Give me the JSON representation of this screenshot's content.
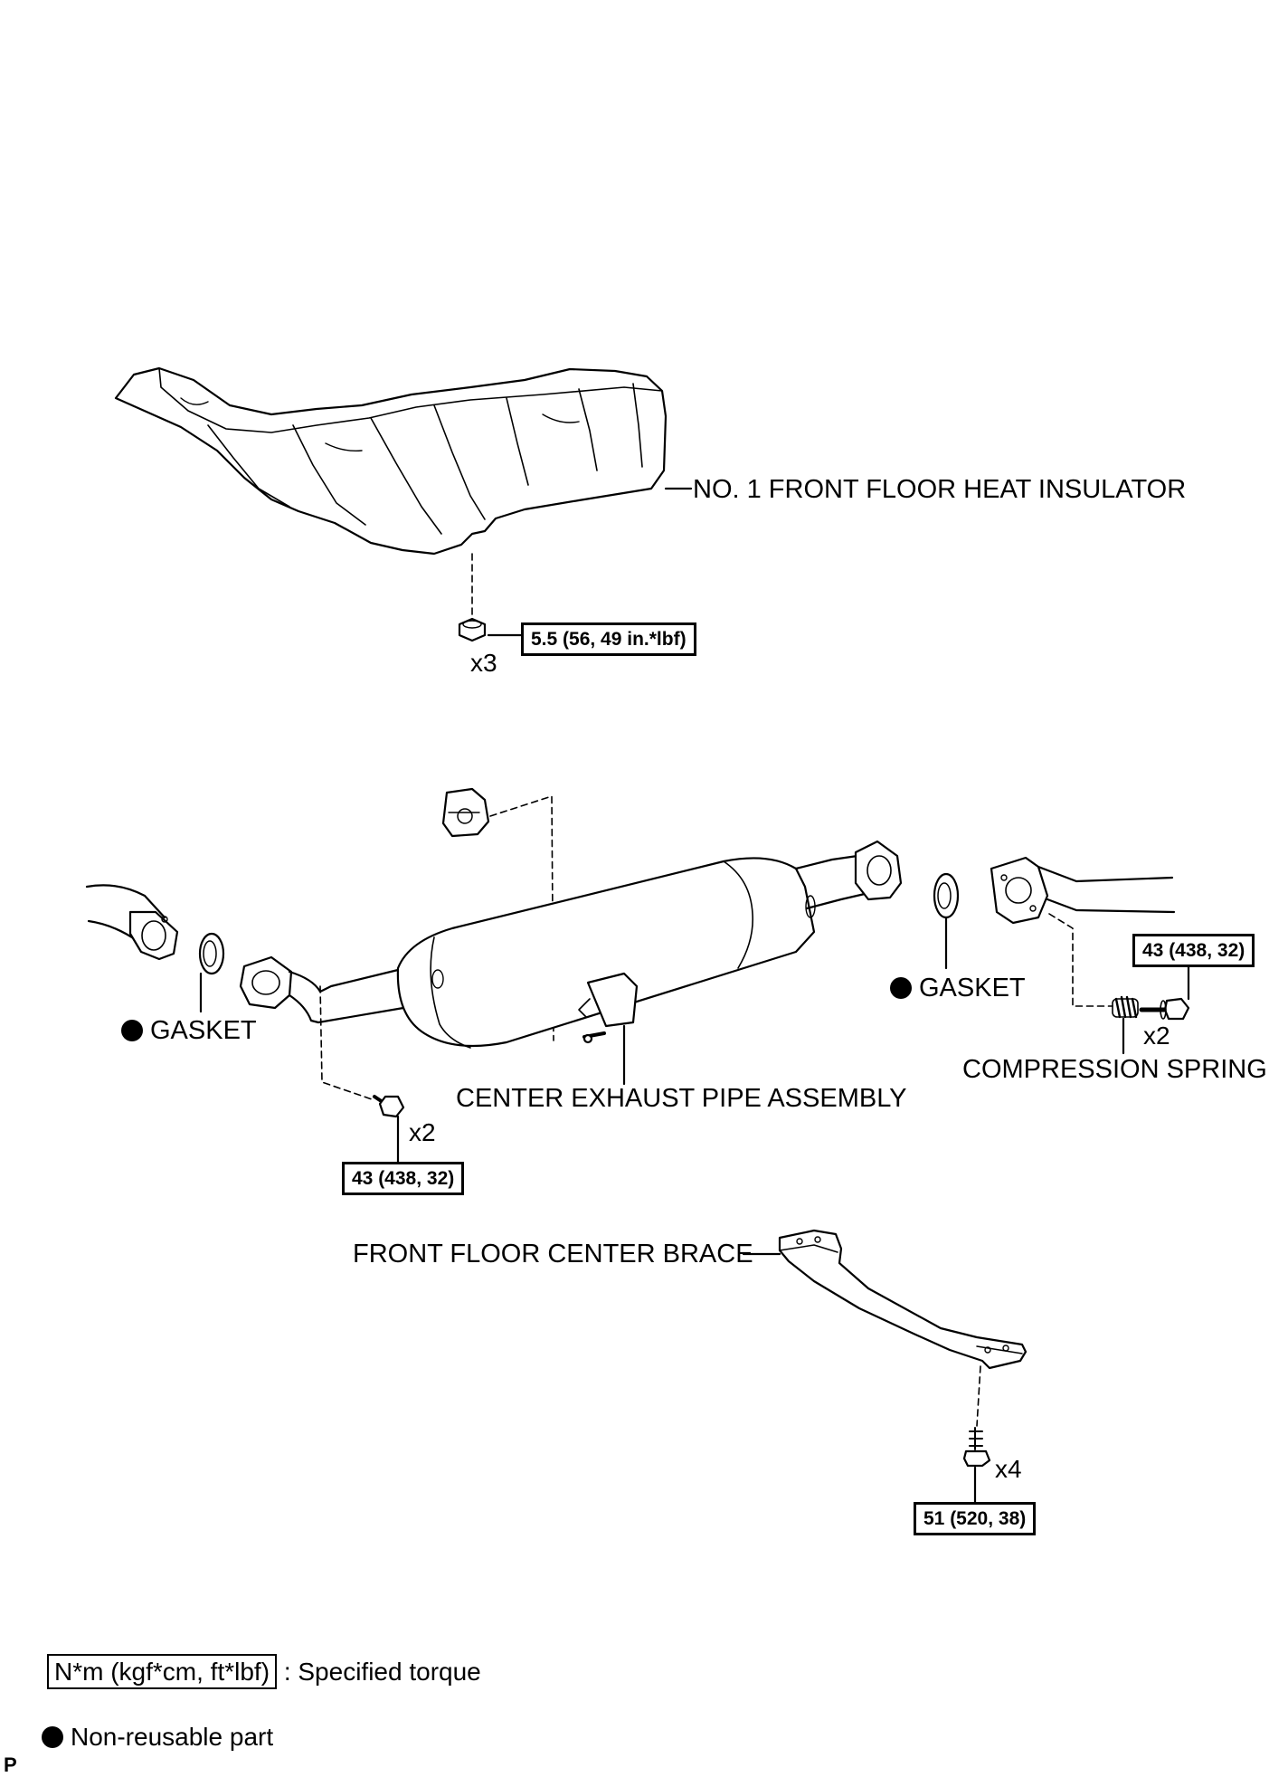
{
  "labels": {
    "insulator": "NO. 1 FRONT FLOOR HEAT INSULATOR",
    "gasket_left": "GASKET",
    "gasket_right": "GASKET",
    "center_exhaust": "CENTER EXHAUST PIPE ASSEMBLY",
    "compression_spring": "COMPRESSION SPRING",
    "brace": "FRONT FLOOR CENTER BRACE"
  },
  "quantities": {
    "insulator_nuts": "x3",
    "left_bolts": "x2",
    "right_bolts": "x2",
    "brace_bolts": "x4"
  },
  "torques": {
    "insulator": "5.5 (56, 49 in.*lbf)",
    "left_flange": "43 (438, 32)",
    "right_flange": "43 (438, 32)",
    "brace": "51 (520, 38)"
  },
  "legend": {
    "torque_unit": "N*m (kgf*cm, ft*lbf)",
    "torque_desc": ": Specified torque",
    "nonreusable_desc": "Non-reusable part"
  },
  "corner_mark": "P",
  "icons": [
    "heat-insulator-icon",
    "exhaust-pipe-icon",
    "gasket-icon",
    "bolt-icon",
    "nut-icon",
    "compression-spring-icon",
    "brace-icon",
    "non-reusable-dot-icon"
  ]
}
